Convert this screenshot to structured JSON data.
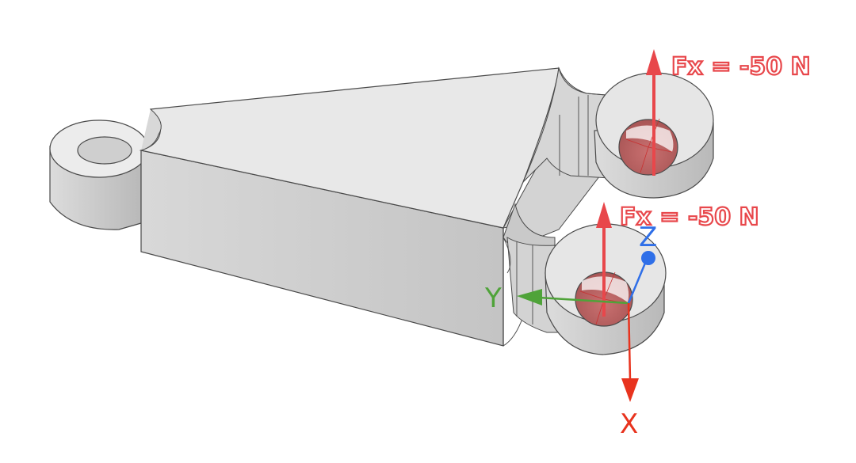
{
  "colors": {
    "force": "#e8474b",
    "axis_x": "#e8331e",
    "axis_y": "#4fa339",
    "axis_z": "#2f6fe8",
    "part_top": "#e7e7e7",
    "part_side": "#cfcfcf",
    "part_edge": "#4a4a4a"
  },
  "loads": [
    {
      "label": "Fx = -50 N"
    },
    {
      "label": "Fx = -50 N"
    }
  ],
  "axes": {
    "x_label": "X",
    "y_label": "Y",
    "z_label": "Z"
  }
}
